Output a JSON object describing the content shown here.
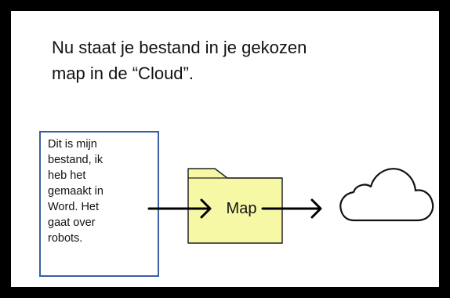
{
  "heading": {
    "line1": "Nu staat je bestand in je gekozen",
    "line2": "map in de “Cloud”."
  },
  "document": {
    "lines": [
      "Dit is mijn",
      "bestand, ik",
      "heb het",
      "gemaakt in",
      "Word. Het",
      "gaat over",
      "robots."
    ]
  },
  "folder": {
    "label": "Map",
    "fill_color": "#f6f8a6"
  },
  "colors": {
    "document_border": "#3b5ea2",
    "frame": "#000000"
  },
  "icons": [
    "arrow-right-icon",
    "folder-icon",
    "cloud-icon"
  ]
}
